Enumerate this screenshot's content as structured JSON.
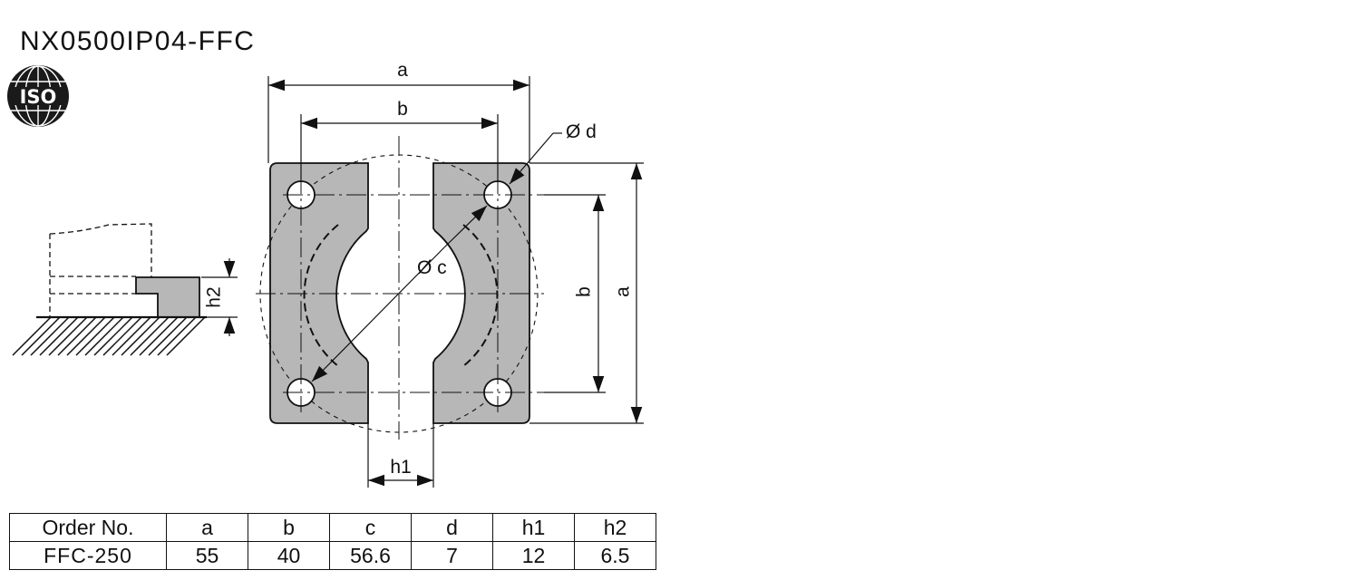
{
  "title": "NX0500IP04-FFC",
  "logo": {
    "icon": "iso-globe-logo",
    "text": "ISO"
  },
  "drawing": {
    "dimension_labels": {
      "a_top": "a",
      "b_top": "b",
      "diameter_d": "Ø d",
      "diameter_c": "Ø c",
      "b_right": "b",
      "a_right": "a",
      "h1": "h1",
      "h2": "h2"
    },
    "colors": {
      "part_fill": "#b7b7b7",
      "line": "#111111",
      "background": "#ffffff"
    }
  },
  "spec_table": {
    "headers": [
      "Order No.",
      "a",
      "b",
      "c",
      "d",
      "h1",
      "h2"
    ],
    "rows": [
      [
        "FFC-250",
        "55",
        "40",
        "56.6",
        "7",
        "12",
        "6.5"
      ]
    ]
  }
}
